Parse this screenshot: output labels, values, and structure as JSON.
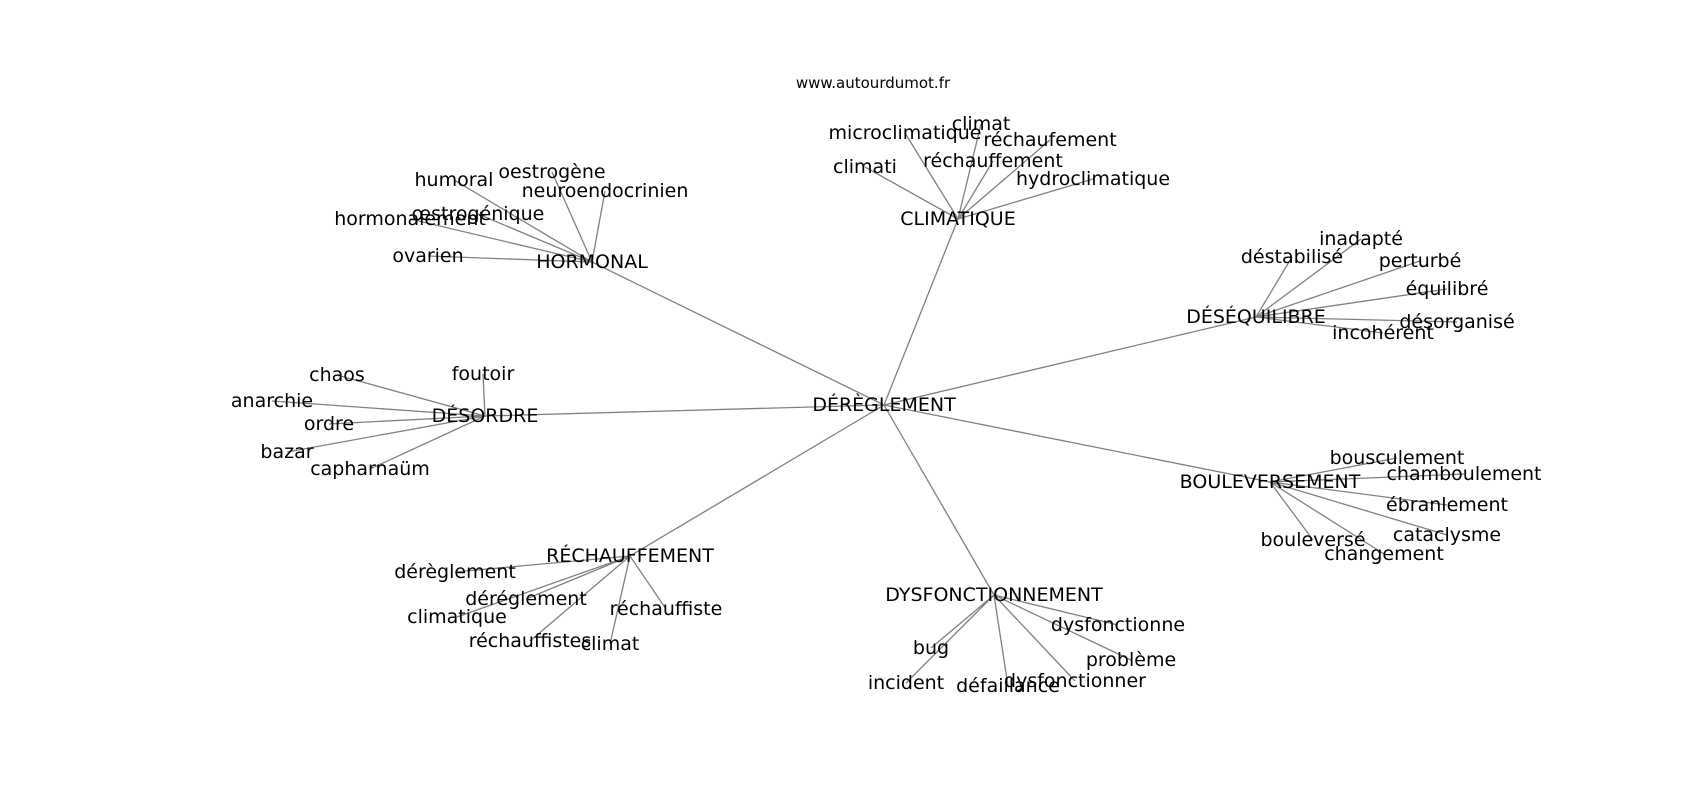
{
  "site_label": "www.autourdumot.fr",
  "center": "DÉRÈGLEMENT",
  "clusters": [
    {
      "label": "HORMONAL",
      "leaves": [
        "humoral",
        "oestrogène",
        "neuroendocrinien",
        "hormonalement",
        "œstrogénique",
        "ovarien"
      ]
    },
    {
      "label": "CLIMATIQUE",
      "leaves": [
        "microclimatique",
        "climat",
        "réchaufement",
        "climati",
        "réchauffement",
        "hydroclimatique"
      ]
    },
    {
      "label": "DÉSÉQUILIBRE",
      "leaves": [
        "inadapté",
        "déstabilisé",
        "perturbé",
        "équilibré",
        "désorganisé",
        "incohérent"
      ]
    },
    {
      "label": "DÉSORDRE",
      "leaves": [
        "chaos",
        "foutoir",
        "anarchie",
        "ordre",
        "bazar",
        "capharnaüm"
      ]
    },
    {
      "label": "BOULEVERSEMENT",
      "leaves": [
        "bousculement",
        "chamboulement",
        "ébranlement",
        "cataclysme",
        "bouleversé",
        "changement"
      ]
    },
    {
      "label": "RÉCHAUFFEMENT",
      "leaves": [
        "dérèglement",
        "déréglement",
        "climatique",
        "réchauffiste",
        "réchauffistes",
        "climat"
      ]
    },
    {
      "label": "DYSFONCTIONNEMENT",
      "leaves": [
        "dysfonctionne",
        "bug",
        "problème",
        "incident",
        "défaillance",
        "dysfonctionner"
      ]
    }
  ]
}
